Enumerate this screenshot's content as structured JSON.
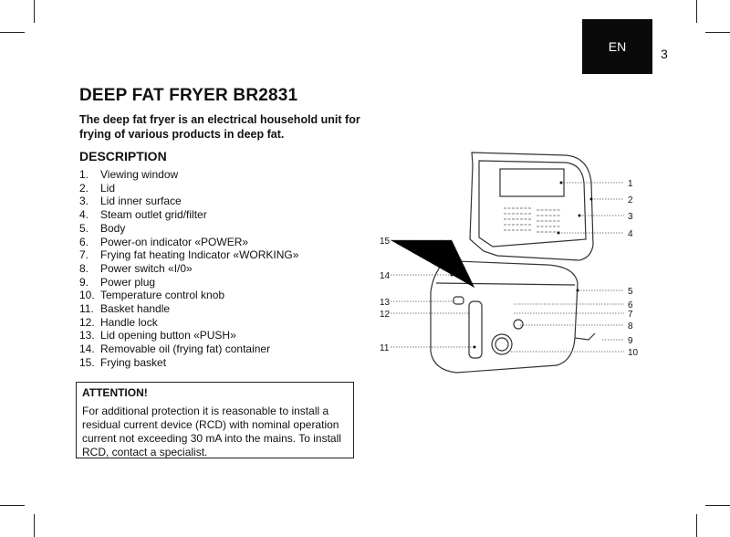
{
  "header": {
    "language": "EN",
    "page_number": "3"
  },
  "title": "DEEP FAT FRYER BR2831",
  "intro": "The deep fat fryer is an electrical household unit for frying of various products in deep fat.",
  "description": {
    "heading": "DESCRIPTION",
    "items": [
      {
        "n": "1.",
        "text": "Viewing window"
      },
      {
        "n": "2.",
        "text": "Lid"
      },
      {
        "n": "3.",
        "text": "Lid inner surface"
      },
      {
        "n": "4.",
        "text": "Steam outlet grid/filter"
      },
      {
        "n": "5.",
        "text": "Body"
      },
      {
        "n": "6.",
        "text": "Power-on indicator «POWER»"
      },
      {
        "n": "7.",
        "text": "Frying fat heating Indicator «WORKING»"
      },
      {
        "n": "8.",
        "text": "Power switch «I/0»"
      },
      {
        "n": "9.",
        "text": "Power plug"
      },
      {
        "n": "10.",
        "text": "Temperature control knob"
      },
      {
        "n": "11.",
        "text": "Basket handle"
      },
      {
        "n": "12.",
        "text": "Handle lock"
      },
      {
        "n": "13.",
        "text": "Lid opening button «PUSH»"
      },
      {
        "n": "14.",
        "text": "Removable oil (frying fat) container"
      },
      {
        "n": "15.",
        "text": "Frying basket"
      }
    ]
  },
  "attention": {
    "title": "ATTENTION!",
    "body": "For additional protection it is reasonable to install a residual current device (RCD) with nominal operation current not exceeding 30 mA into the mains. To install RCD, contact a specialist."
  },
  "diagram": {
    "labels": [
      "1",
      "2",
      "3",
      "4",
      "5",
      "6",
      "7",
      "8",
      "9",
      "10",
      "11",
      "12",
      "13",
      "14",
      "15"
    ]
  }
}
